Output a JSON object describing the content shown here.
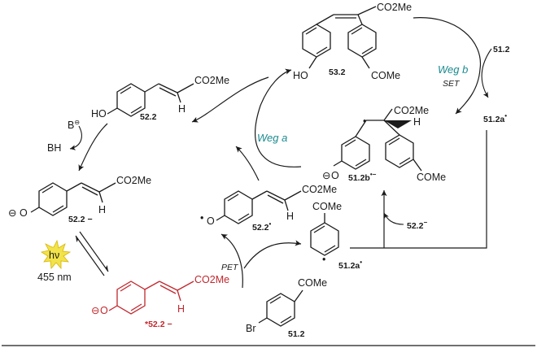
{
  "compounds": {
    "c532": {
      "id": "53.2",
      "substituents": [
        "CO2Me",
        "HO",
        "COMe"
      ]
    },
    "c522": {
      "id": "52.2",
      "substituents": [
        "HO",
        "CO2Me",
        "H"
      ]
    },
    "c522_anion": {
      "id": "52.2",
      "charge": "−",
      "substituents": [
        "O",
        "CO2Me",
        "H"
      ]
    },
    "c522_excited": {
      "id": "52.2",
      "prefix": "*",
      "charge": "−",
      "substituents": [
        "O",
        "CO2Me",
        "H"
      ],
      "color": "#c1272d"
    },
    "c522_radical": {
      "id": "52.2",
      "mark": "•",
      "substituents": [
        "O",
        "CO2Me",
        "H"
      ]
    },
    "c512_radical_anion": {
      "id": "51.2b",
      "mark": "•−",
      "substituents": [
        "O",
        "CO2Me",
        "H",
        "COMe"
      ]
    },
    "c512_aryl_radical": {
      "id": "51.2a",
      "mark": "•",
      "substituents": [
        "COMe"
      ]
    },
    "c512": {
      "id": "51.2",
      "substituents": [
        "Br",
        "COMe"
      ]
    }
  },
  "labels": {
    "base": "B",
    "base_charge": "⊖",
    "acid": "BH",
    "hv": "hν",
    "wavelength": "455 nm",
    "path_a": "Weg a",
    "path_b": "Weg b",
    "set": "SET",
    "pet": "PET",
    "reagent_512": "51.2",
    "product_512a": "51.2a",
    "product_512a_mark": "•",
    "feed_522": "52.2",
    "feed_522_charge": "−",
    "minus_sign": "⊖"
  },
  "colors": {
    "teal": "#1b8b8f",
    "excited": "#c1272d",
    "burst": "#f2e34a"
  }
}
